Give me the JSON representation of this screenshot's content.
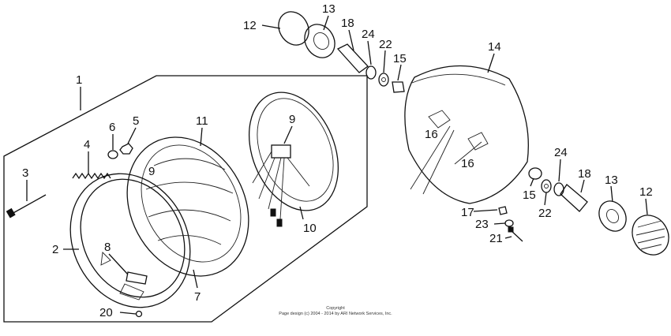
{
  "labels": {
    "l1": "1",
    "l2": "2",
    "l3": "3",
    "l4": "4",
    "l5": "5",
    "l6": "6",
    "l7": "7",
    "l8": "8",
    "l9": "9",
    "l9b": "9",
    "l10": "10",
    "l11": "11",
    "l12a": "12",
    "l13a": "13",
    "l18a": "18",
    "l24a": "24",
    "l22a": "22",
    "l15a": "15",
    "l14": "14",
    "l16a": "16",
    "l16b": "16",
    "l24b": "24",
    "l18b": "18",
    "l13b": "13",
    "l12b": "12",
    "l15b": "15",
    "l22b": "22",
    "l17": "17",
    "l23": "23",
    "l21": "21",
    "l20": "20"
  },
  "copyright": {
    "line1": "Copyright",
    "line2": "Page design (c) 2004 - 2014 by ARI Network Services, Inc."
  }
}
